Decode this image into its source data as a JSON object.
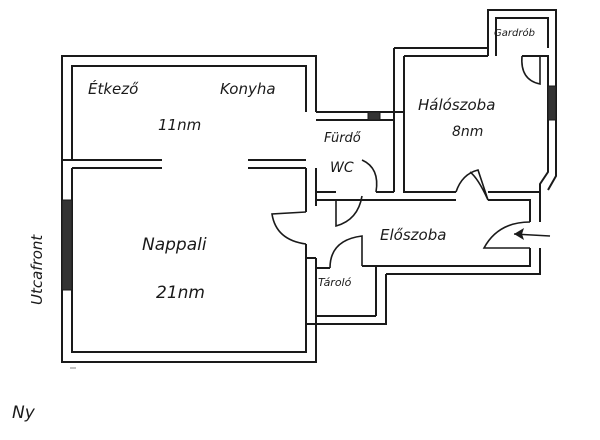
{
  "plan": {
    "rooms": {
      "dining": "Étkező",
      "kitchen": "Konyha",
      "kitchen_area": "11nm",
      "bathroom": "Fürdő",
      "wc": "WC",
      "bedroom": "Hálószoba",
      "bedroom_area": "8nm",
      "wardrobe": "Gardrób",
      "hall": "Előszoba",
      "living": "Nappali",
      "living_area": "21nm",
      "storage": "Tároló"
    },
    "street_label": "Utcafront",
    "compass_label": "Ny"
  }
}
